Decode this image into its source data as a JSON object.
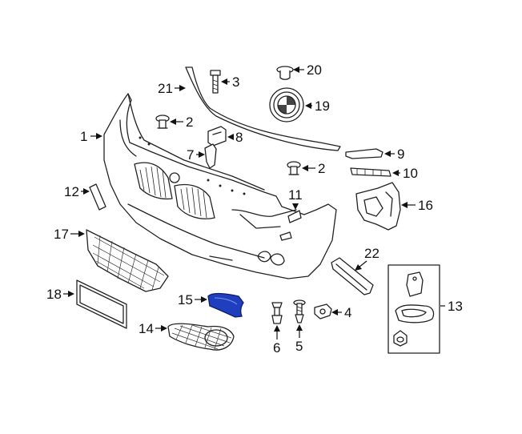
{
  "diagram": {
    "callouts": [
      "1",
      "2",
      "2",
      "3",
      "4",
      "5",
      "6",
      "7",
      "8",
      "9",
      "10",
      "11",
      "12",
      "13",
      "14",
      "15",
      "16",
      "17",
      "18",
      "19",
      "20",
      "21",
      "22"
    ],
    "highlight_color": "#1f3fbf",
    "line_color": "#222222",
    "background": "#ffffff"
  }
}
